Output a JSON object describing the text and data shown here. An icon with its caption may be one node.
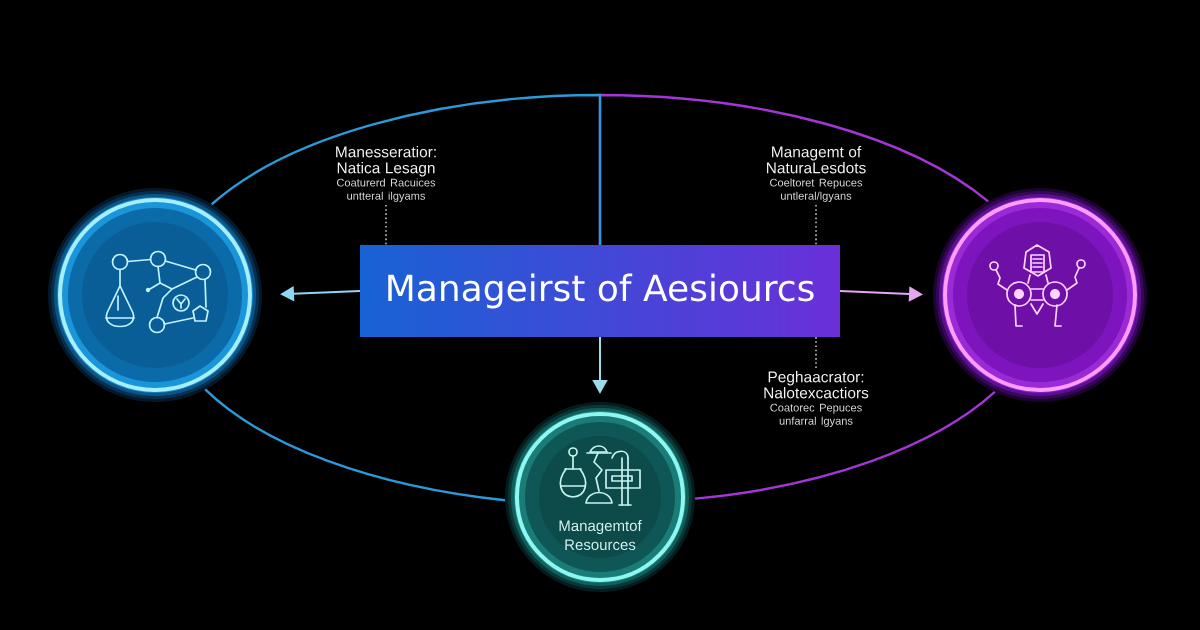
{
  "diagram": {
    "nodes": [
      {
        "text": [
          "Manageirst of Aesiourcs"
        ]
      },
      {
        "text": [],
        "shape": "circle"
      },
      {
        "text": [],
        "shape": "circle"
      },
      {
        "text": [
          "Managemtof Resources"
        ]
      },
      {
        "text": [
          "Manesseratior: Natica Lesagn",
          "Coaturerd Racuices untteral ilgyams"
        ]
      },
      {
        "text": [
          "Managemt of NaturaLesdots",
          "Coeltoret Repuces untleral/lgyans"
        ]
      },
      {
        "text": [
          "Peghaacrator: Nalotexcactiors",
          "Coatorec Pepuces unfarral lgyans"
        ]
      }
    ],
    "edges": [
      {
        "from": 0,
        "to": 1,
        "arrow": "to",
        "color": "#8fd8f5"
      },
      {
        "from": 0,
        "to": 2,
        "arrow": "to",
        "color": "#e6a6f4"
      },
      {
        "from": 0,
        "to": 3,
        "arrow": "to",
        "color": "#9adce8"
      },
      {
        "from": 1,
        "to": 0,
        "arrow": "none",
        "color": "#2a9ad8"
      },
      {
        "from": 2,
        "to": 0,
        "arrow": "none",
        "color": "#a436d8"
      },
      {
        "from": 1,
        "to": 3,
        "arrow": "none",
        "color": "#2a9ad8"
      },
      {
        "from": 2,
        "to": 3,
        "arrow": "none",
        "color": "#a436d8"
      },
      {
        "from": 4,
        "to": 0,
        "arrow": "none",
        "style": "dashed"
      },
      {
        "from": 5,
        "to": 0,
        "arrow": "none",
        "style": "dashed"
      },
      {
        "from": 6,
        "to": 0,
        "arrow": "none",
        "style": "dashed"
      }
    ]
  }
}
